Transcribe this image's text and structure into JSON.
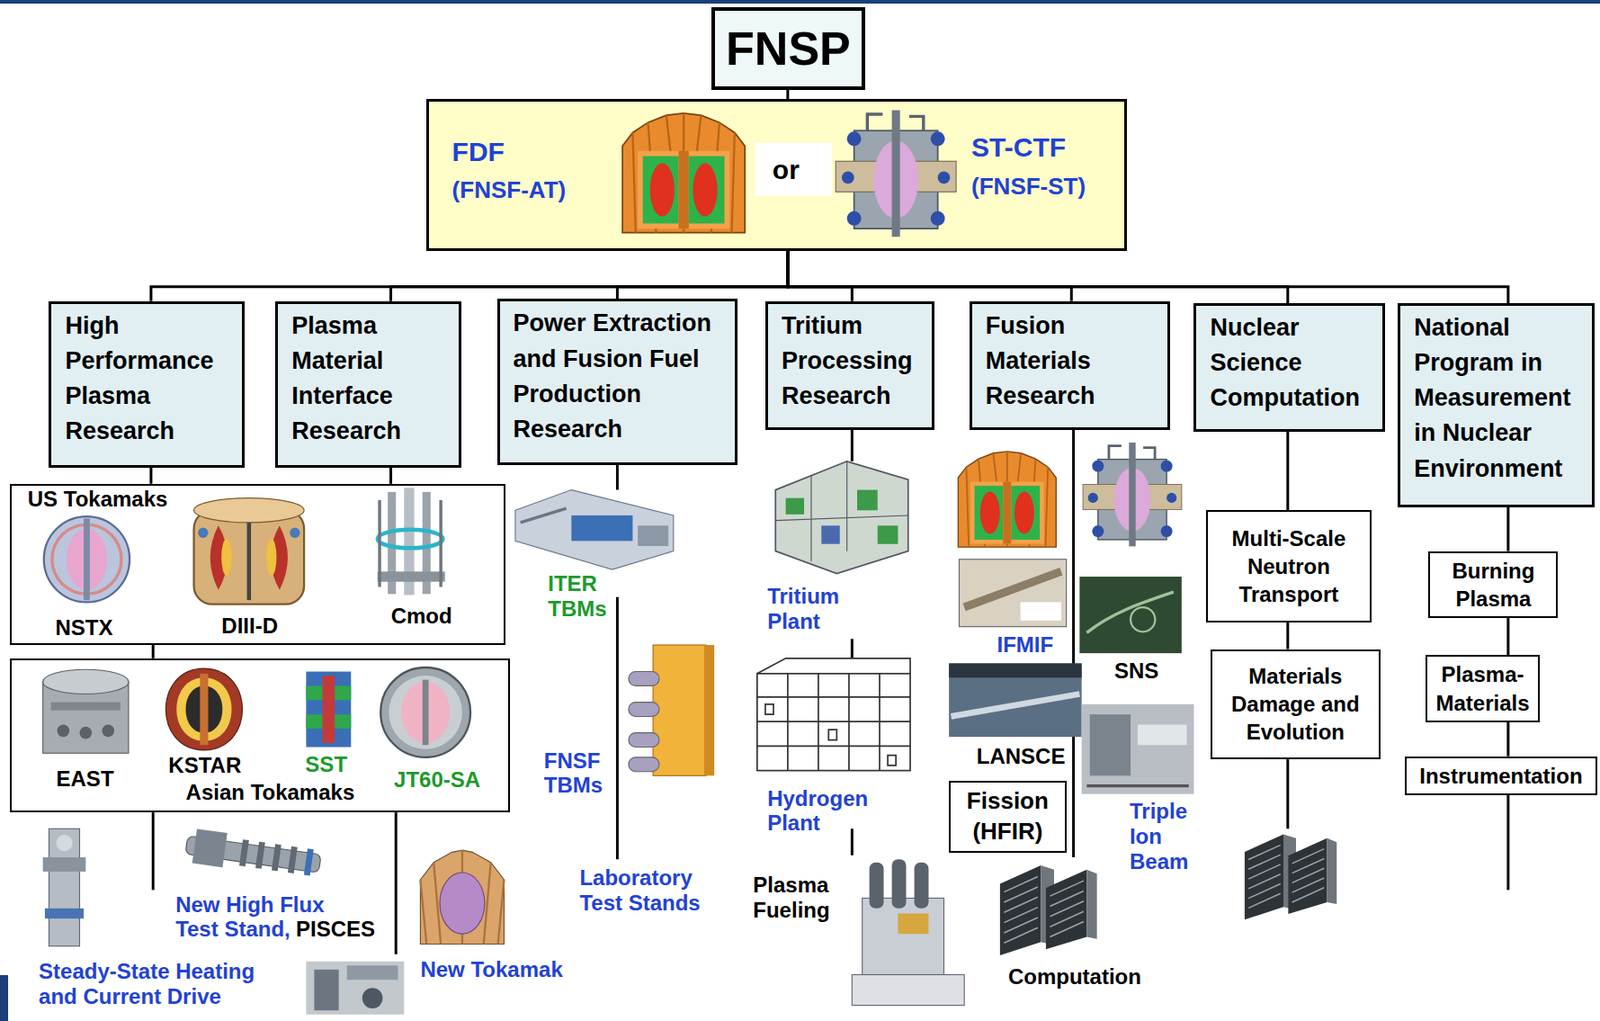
{
  "diagram": {
    "nodes": [
      {
        "text": [
          "FNSP"
        ]
      },
      {
        "text": [
          "FDF",
          "(FNSF-AT)",
          "or",
          "ST-CTF",
          "(FNSF-ST)"
        ]
      },
      {
        "text": [
          "High Performance Plasma Research"
        ]
      },
      {
        "text": [
          "Plasma Material Interface Research"
        ]
      },
      {
        "text": [
          "Power Extraction and Fusion Fuel Production Research"
        ]
      },
      {
        "text": [
          "Tritium Processing Research"
        ]
      },
      {
        "text": [
          "Fusion Materials Research"
        ]
      },
      {
        "text": [
          "Nuclear Science Computation"
        ]
      },
      {
        "text": [
          "National Program in Measurement in Nuclear Environment"
        ]
      },
      {
        "text": [
          "US Tokamaks",
          "NSTX",
          "DIII-D",
          "Cmod"
        ]
      },
      {
        "text": [
          "EAST",
          "KSTAR",
          "SST",
          "JT60-SA",
          "Asian Tokamaks"
        ]
      },
      {
        "text": [
          "Fission (HFIR)"
        ]
      },
      {
        "text": [
          "Multi-Scale Neutron Transport"
        ]
      },
      {
        "text": [
          "Materials Damage and Evolution"
        ]
      },
      {
        "text": [
          "Burning Plasma"
        ]
      },
      {
        "text": [
          "Plasma-Materials"
        ]
      },
      {
        "text": [
          "Instrumentation"
        ]
      }
    ],
    "edges": [
      {
        "from": 0,
        "to": 1,
        "arrow": "none"
      },
      {
        "from": 1,
        "to": 2,
        "arrow": "none"
      },
      {
        "from": 1,
        "to": 3,
        "arrow": "none"
      },
      {
        "from": 1,
        "to": 4,
        "arrow": "none"
      },
      {
        "from": 1,
        "to": 5,
        "arrow": "none"
      },
      {
        "from": 1,
        "to": 6,
        "arrow": "none"
      },
      {
        "from": 1,
        "to": 7,
        "arrow": "none"
      },
      {
        "from": 1,
        "to": 8,
        "arrow": "none"
      },
      {
        "from": 2,
        "to": 9,
        "arrow": "none"
      },
      {
        "from": 3,
        "to": 9,
        "arrow": "none"
      },
      {
        "from": 9,
        "to": 10,
        "arrow": "none"
      },
      {
        "from": 7,
        "to": 12,
        "arrow": "none"
      },
      {
        "from": 12,
        "to": 13,
        "arrow": "none"
      },
      {
        "from": 8,
        "to": 14,
        "arrow": "none"
      },
      {
        "from": 14,
        "to": 15,
        "arrow": "none"
      },
      {
        "from": 15,
        "to": 16,
        "arrow": "none"
      }
    ],
    "labels": [
      "ITER TBMs",
      "FNSF TBMs",
      "Laboratory Test Stands",
      "Tritium Plant",
      "Hydrogen Plant",
      "Plasma Fueling",
      "IFMIF",
      "SNS",
      "LANSCE",
      "Triple Ion Beam",
      "Computation",
      "New High Flux Test Stand,",
      "PISCES",
      "New Tokamak",
      "Steady-State Heating and Current Drive"
    ]
  }
}
